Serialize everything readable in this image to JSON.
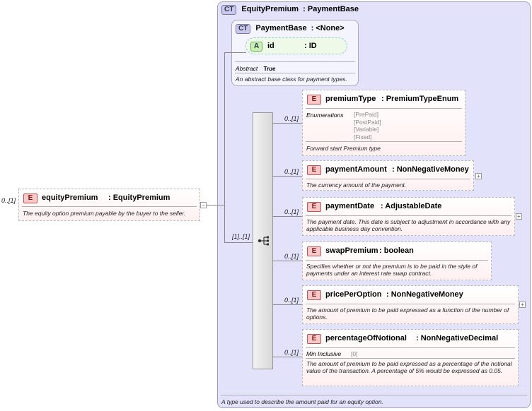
{
  "complex_type": {
    "badge": "CT",
    "name": "EquityPremium",
    "base_label": ": PaymentBase",
    "documentation": "A type used to describe the amount paid for an equity option."
  },
  "base_type": {
    "badge": "CT",
    "name": "PaymentBase",
    "base_label": ": <None>",
    "attribute": {
      "badge": "A",
      "name": "id",
      "type": ": ID"
    },
    "abstract_label": "Abstract",
    "abstract_value": "True",
    "documentation": "An abstract base class for payment types."
  },
  "root_element": {
    "badge": "E",
    "cardinality": "0..[1]",
    "name": "equityPremium",
    "type": ": EquityPremium",
    "documentation": "The equity option premium payable by the buyer to the seller."
  },
  "sequence": {
    "cardinality": "[1]..[1]"
  },
  "children": [
    {
      "badge": "E",
      "cardinality": "0..[1]",
      "name": "premiumType",
      "type": ": PremiumTypeEnum",
      "enum_label": "Enumerations",
      "enumerations": [
        "[PrePaid]",
        "[PostPaid]",
        "[Variable]",
        "[Fixed]"
      ],
      "documentation": "Forward start Premium type"
    },
    {
      "badge": "E",
      "cardinality": "0..[1]",
      "name": "paymentAmount",
      "type": ": NonNegativeMoney",
      "documentation": "The currency amount of the payment.",
      "expand": "+"
    },
    {
      "badge": "E",
      "cardinality": "0..[1]",
      "name": "paymentDate",
      "type": ": AdjustableDate",
      "documentation": "The payment date. This date is subject to adjustment in accordance with any applicable business day convention.",
      "expand": "+"
    },
    {
      "badge": "E",
      "cardinality": "0..[1]",
      "name": "swapPremium",
      "type": ": boolean",
      "documentation": "Specifies whether or not the premium is to be paid in the style of payments under an interest rate swap contract."
    },
    {
      "badge": "E",
      "cardinality": "0..[1]",
      "name": "pricePerOption",
      "type": ": NonNegativeMoney",
      "documentation": "The amount of premium to be paid expressed as a function of the number of options.",
      "expand": "+"
    },
    {
      "badge": "E",
      "cardinality": "0..[1]",
      "name": "percentageOfNotional",
      "type": ": NonNegativeDecimal",
      "facet_label": "Min Inclusive",
      "facet_value": "[0]",
      "documentation": "The amount of premium to be paid expressed as a percentage of the notional value of the transaction. A percentage of 5% would be expressed as 0.05."
    }
  ],
  "root_collapse": "−"
}
